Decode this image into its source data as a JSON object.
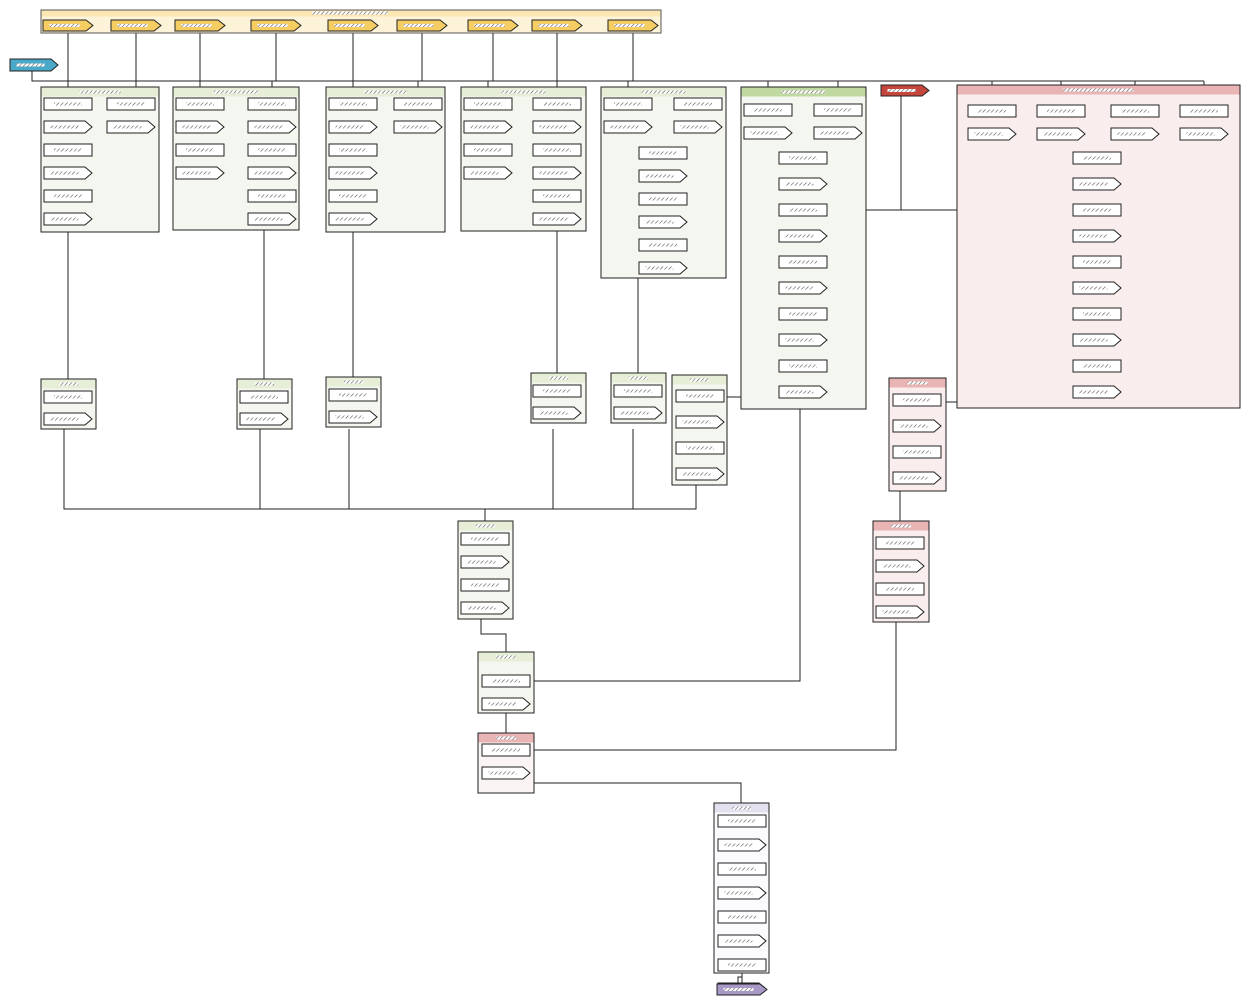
{
  "diagram": {
    "note": "",
    "colors": {
      "input_tag": "#f6cd62",
      "input_band": "#fdf3d8",
      "start_tag": "#4aa9c9",
      "alert_tag": "#c5463c",
      "end_tag": "#a898c5",
      "green_header": "#e6eed8",
      "green_header_strong": "#c0d9a0",
      "green_body": "#f4f7ef",
      "pink_header": "#e8b4b4",
      "pink_body": "#f9eded",
      "lavender_header": "#e3e0ef"
    },
    "inputs_count": 9,
    "groups": [
      {
        "id": "g1"
      },
      {
        "id": "g2"
      },
      {
        "id": "g3"
      },
      {
        "id": "g4"
      },
      {
        "id": "g5"
      },
      {
        "id": "g6"
      },
      {
        "id": "g7"
      }
    ]
  }
}
